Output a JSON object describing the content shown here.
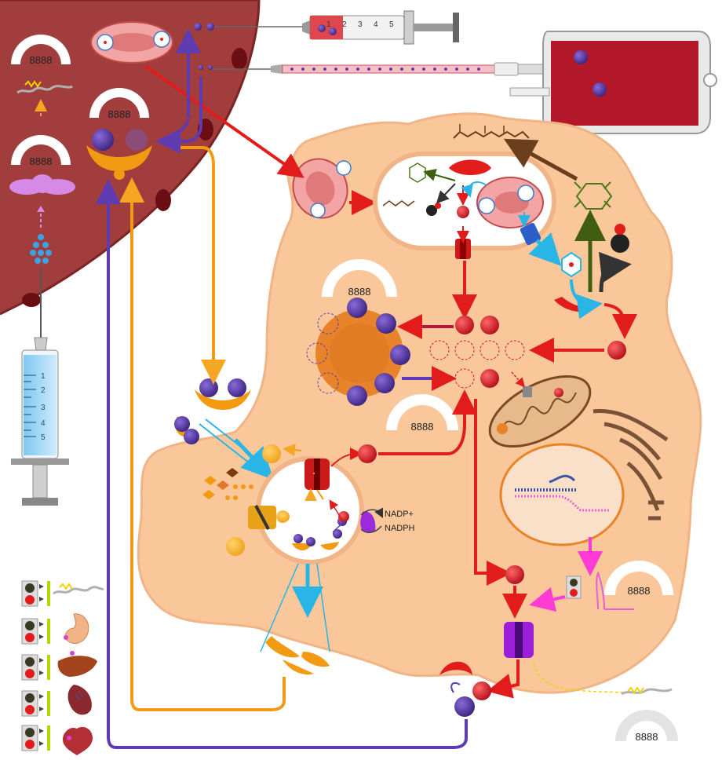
{
  "gauges": {
    "top_left_1": "8888",
    "top_left_2": "8888",
    "top_left_3": "8888",
    "macrophage_ferritin": "8888",
    "cytosol_pool": "8888",
    "nucleus_mrna": "8888",
    "bottom_right": "8888"
  },
  "labels": {
    "nadp_plus": "NADP+",
    "nadph": "NADPH"
  },
  "syringe_blue_ticks": [
    "1",
    "2",
    "3",
    "4",
    "5"
  ],
  "syringe_red_ticks": [
    "1",
    "2",
    "3",
    "4",
    "5"
  ],
  "legend_rows": [
    {
      "icon": "nerve-icon"
    },
    {
      "icon": "stomach-icon"
    },
    {
      "icon": "liver-icon"
    },
    {
      "icon": "spleen-icon"
    },
    {
      "icon": "heart-icon"
    }
  ],
  "colors": {
    "cell_fill": "#f8c8a0",
    "cell_stroke": "#f0b487",
    "tissue": "#a13d3d",
    "iron_red": "#d7262f",
    "transferrin": "#f29b12",
    "ferroportin": "#9b2ad9",
    "heme_purple": "#5a3ea6",
    "arrow_blue": "#29b6e6"
  }
}
